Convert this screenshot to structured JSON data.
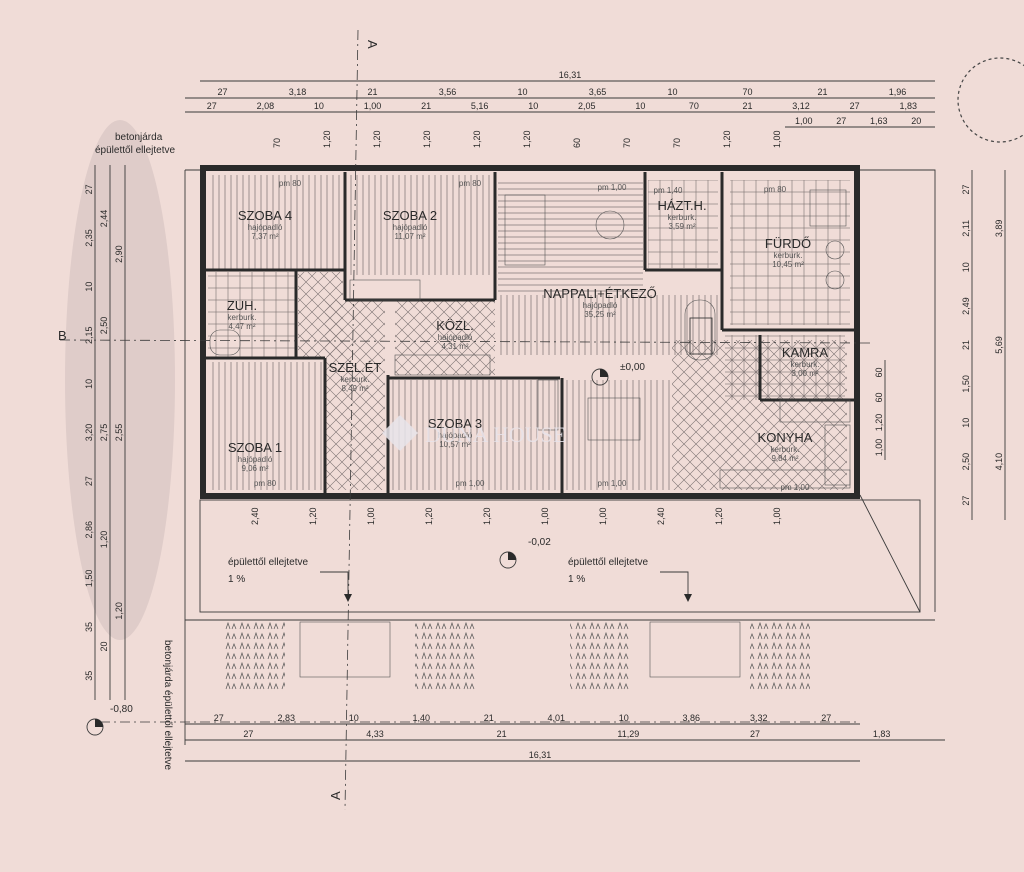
{
  "section_marks": {
    "top": "A",
    "bottom": "A",
    "left": "B"
  },
  "rooms": [
    {
      "key": "szoba4",
      "name": "SZOBA 4",
      "floor": "hajópadló",
      "area": "7,37 m²"
    },
    {
      "key": "szoba2",
      "name": "SZOBA 2",
      "floor": "hajópadló",
      "area": "11,07 m²"
    },
    {
      "key": "nappali",
      "name": "NAPPALI+ÉTKEZŐ",
      "floor": "hajópadló",
      "area": "35,25 m²"
    },
    {
      "key": "hazt",
      "name": "HÁZT.H.",
      "floor": "kerburk.",
      "area": "3,59 m²"
    },
    {
      "key": "furdo",
      "name": "FÜRDŐ",
      "floor": "kerburk.",
      "area": "10,45 m²"
    },
    {
      "key": "zuh",
      "name": "ZUH.",
      "floor": "kerburk.",
      "area": "4,47 m²"
    },
    {
      "key": "kozl",
      "name": "KÖZL.",
      "floor": "hajópadló",
      "area": "4,31 m²"
    },
    {
      "key": "kamra",
      "name": "KAMRA",
      "floor": "kerburk.",
      "area": "3,00 m²"
    },
    {
      "key": "szelet",
      "name": "SZÉL.ÉT",
      "floor": "kerburk.",
      "area": "8,49 m²"
    },
    {
      "key": "szoba1",
      "name": "SZOBA 1",
      "floor": "hajópadló",
      "area": "9,06 m²"
    },
    {
      "key": "szoba3",
      "name": "SZOBA 3",
      "floor": "hajópadló",
      "area": "10,57 m²"
    },
    {
      "key": "konyha",
      "name": "KONYHA",
      "floor": "kerburk.",
      "area": "9,84 m²"
    }
  ],
  "levels": {
    "inside": "±0,00",
    "terrace": "-0,02",
    "ground": "-0,80"
  },
  "notes": {
    "betonjarda": "betonjárda",
    "epulettol": "épülettől ellejtetve",
    "slope": "1 %",
    "betonjarda_vertical": "betonjárda épülettől ellejtetve"
  },
  "window_labels": [
    "pm 80",
    "pm 80",
    "pm 1,00",
    "pm 1,40",
    "pm 80",
    "pm 80",
    "pm 1,00",
    "pm 1,00",
    "pm 1,00"
  ],
  "dims_top1": [
    "27",
    "3,18",
    "21",
    "3,56",
    "10",
    "3,65",
    "10",
    "70",
    "21",
    "1,96"
  ],
  "dims_top1_total": "16,31",
  "dims_top2": [
    "27",
    "2,08",
    "10",
    "1,00",
    "21",
    "5,16",
    "10",
    "2,05",
    "10",
    "70",
    "21",
    "3,12",
    "27",
    "1,83"
  ],
  "dims_top3": [
    "1,00",
    "27",
    "1,63",
    "20"
  ],
  "dims_bottom1": [
    "27",
    "2,83",
    "10",
    "1,40",
    "21",
    "4,01",
    "10",
    "3,86",
    "3,32",
    "27"
  ],
  "dims_bottom2": [
    "27",
    "4,33",
    "21",
    "11,29",
    "27",
    "1,83"
  ],
  "dims_bottom_total": "16,31",
  "dims_left1": [
    "27",
    "2,35",
    "10",
    "2,15",
    "10",
    "3,20",
    "27",
    "2,86",
    "1,50",
    "35",
    "35"
  ],
  "dims_left2": [
    "2,44",
    "2,50",
    "2,75",
    "1,20",
    "20"
  ],
  "dims_left3": [
    "2,90",
    "2,55",
    "1,20"
  ],
  "dims_right1": [
    "27",
    "2,11",
    "10",
    "2,49",
    "21",
    "1,50",
    "10",
    "2,50",
    "27"
  ],
  "dims_right2": [
    "3,89",
    "5,69",
    "4,10"
  ],
  "dims_right3": [
    "60",
    "60",
    "1,20",
    "1,00"
  ],
  "opening_heights": [
    "70",
    "1,20",
    "1,20",
    "1,20",
    "1,20",
    "1,20",
    "60",
    "70",
    "70",
    "1,20",
    "1,00",
    "2,40",
    "1,20",
    "1,00",
    "1,20",
    "1,20",
    "1,00",
    "1,00",
    "2,40",
    "1,20",
    "1,00"
  ],
  "watermark": "DUNA HOUSE",
  "colors": {
    "paper": "#f0dcd7",
    "ink": "#2a2a2a",
    "hatch": "#6b6b6b",
    "watermark": "#e8e4ea"
  }
}
